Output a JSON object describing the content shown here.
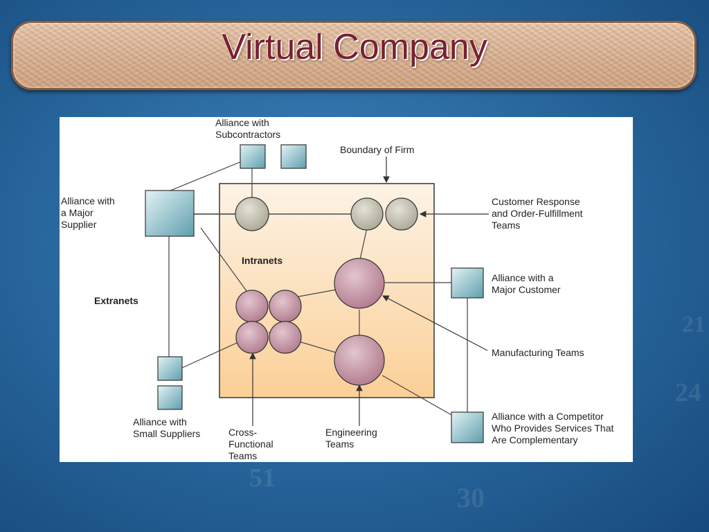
{
  "slide": {
    "title": "Virtual Company"
  },
  "diagram": {
    "labels": {
      "alliance_subcontractors": "Alliance with\nSubcontractors",
      "boundary_of_firm": "Boundary of Firm",
      "alliance_major_supplier": "Alliance with\na Major\nSupplier",
      "customer_response": "Customer Response\nand Order-Fulfillment\nTeams",
      "intranets": "Intranets",
      "extranets": "Extranets",
      "alliance_major_customer": "Alliance with a\nMajor Customer",
      "manufacturing_teams": "Manufacturing Teams",
      "alliance_small_suppliers": "Alliance with\nSmall Suppliers",
      "cross_functional_teams": "Cross-\nFunctional\nTeams",
      "engineering_teams": "Engineering\nTeams",
      "alliance_competitor": "Alliance with a Competitor\nWho Provides Services That\nAre Complementary"
    },
    "colors": {
      "firm_top": "#fdf3e6",
      "firm_bottom": "#fbcf96",
      "square_fill_light": "#e4f2f5",
      "square_fill_dark": "#5e9fad",
      "circle_grey": "#c8c6b8",
      "circle_pink": "#c89aa9"
    }
  },
  "background": {
    "numbers": [
      "24",
      "30",
      "21",
      "51"
    ]
  }
}
